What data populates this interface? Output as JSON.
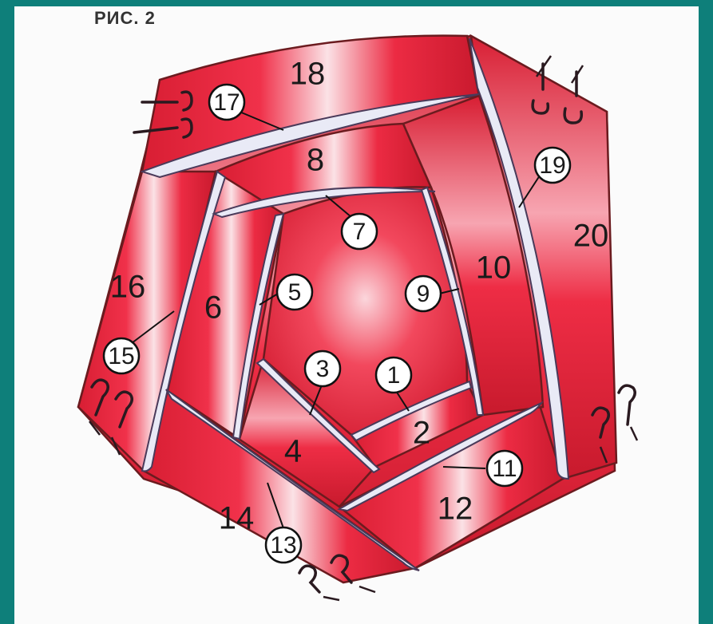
{
  "figure_label": "РИС. 2",
  "strip_labels": {
    "s2": "2",
    "s4": "4",
    "s6": "6",
    "s8": "8",
    "s10": "10",
    "s12": "12",
    "s14": "14",
    "s16": "16",
    "s18": "18",
    "s20": "20"
  },
  "circled_labels": {
    "c1": "1",
    "c3": "3",
    "c5": "5",
    "c7": "7",
    "c9": "9",
    "c11": "11",
    "c13": "13",
    "c15": "15",
    "c17": "17",
    "c19": "19"
  },
  "colors": {
    "background_teal": "#0e7f7a",
    "ribbon_red": "#e8283c",
    "ribbon_highlight": "#fbe7ea",
    "fold_lavender": "#e9eaf6"
  },
  "icons": [
    "pin-icon"
  ]
}
